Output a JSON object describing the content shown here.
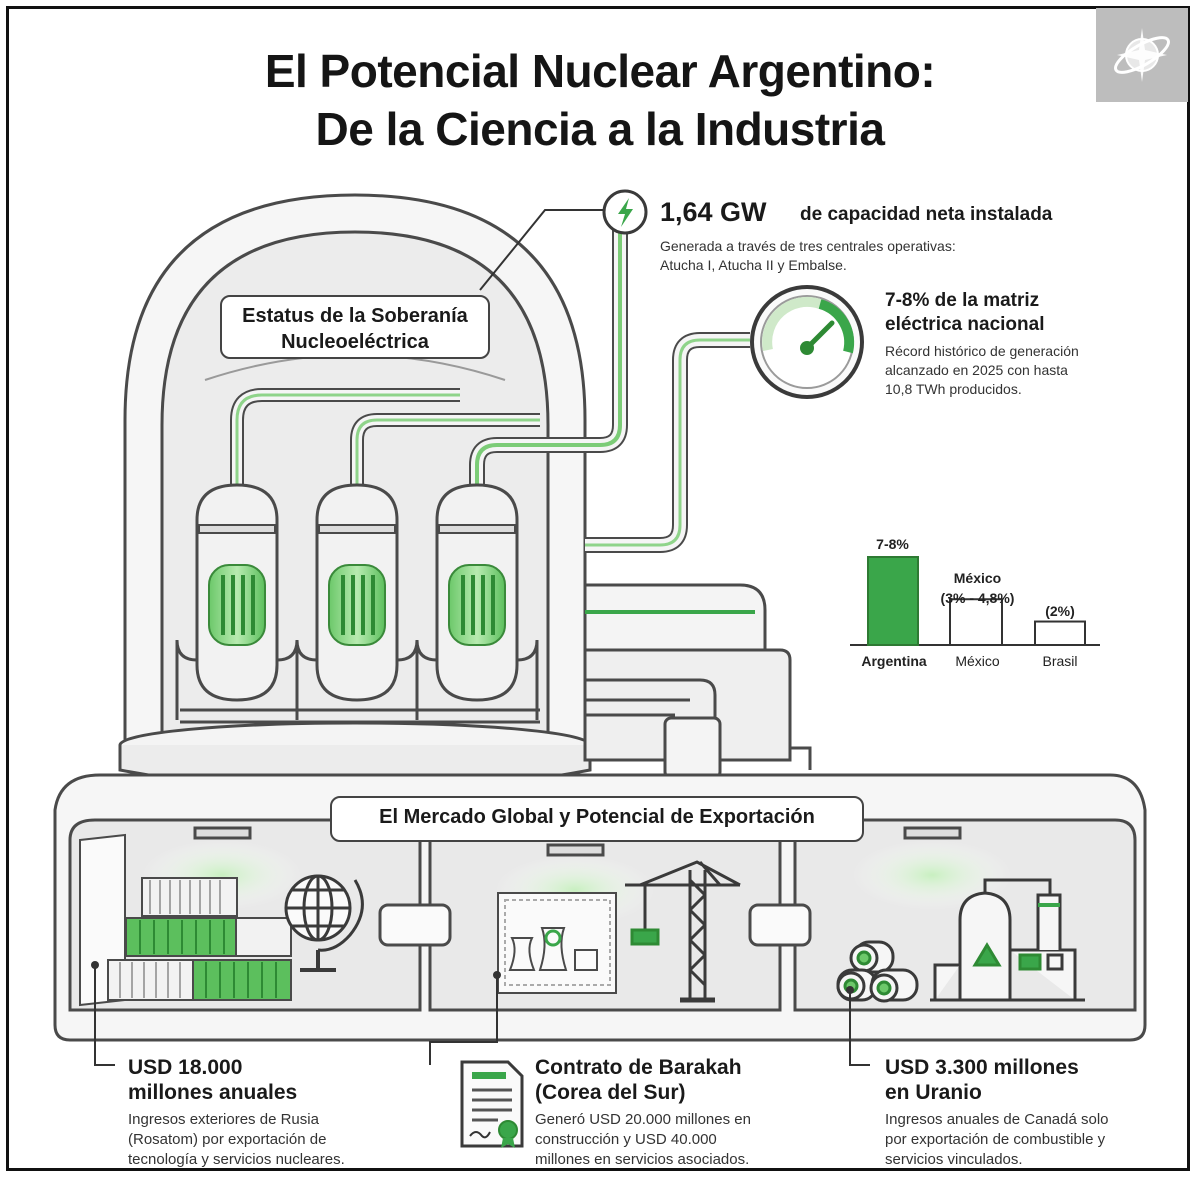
{
  "title": {
    "line1": "El Potencial Nuclear Argentino:",
    "line2": "De la Ciencia a la Industria"
  },
  "status_label": {
    "line1": "Estatus de la Soberanía",
    "line2": "Nucleoeléctrica"
  },
  "capacity": {
    "value": "1,64 GW",
    "label": "de capacidad neta instalada",
    "desc_line1": "Generada a través de tres centrales operativas:",
    "desc_line2": "Atucha I, Atucha II y Embalse.",
    "icon": "lightning-bolt-icon"
  },
  "share": {
    "title_line1": "7-8% de la matriz",
    "title_line2": "eléctrica nacional",
    "desc_line1": "Récord histórico de generación",
    "desc_line2": "alcanzado en 2025 con hasta",
    "desc_line3": "10,8 TWh producidos.",
    "icon": "gauge-icon"
  },
  "chart_data": {
    "type": "bar",
    "categories": [
      "Argentina",
      "México",
      "Brasil"
    ],
    "values": [
      7.5,
      3.9,
      2
    ],
    "value_labels": [
      "7-8%",
      "(3% - 4,8%)",
      "(2%)"
    ],
    "extra_label": "México",
    "highlight": "Argentina"
  },
  "market_label": "El Mercado Global y Potencial de Exportación",
  "export": [
    {
      "title_line1": "USD 18.000",
      "title_line2": "millones anuales",
      "desc_line1": "Ingresos exteriores de Rusia",
      "desc_line2": "(Rosatom) por exportación de",
      "desc_line3": "tecnología y servicios nucleares.",
      "icon": "globe-icon"
    },
    {
      "title_line1": "Contrato de Barakah",
      "title_line2": "(Corea del Sur)",
      "desc_line1": "Generó USD 20.000 millones en",
      "desc_line2": "construcción y USD 40.000",
      "desc_line3": "millones en servicios asociados.",
      "icon": "certificate-icon"
    },
    {
      "title_line1": "USD 3.300 millones",
      "title_line2": "en Uranio",
      "desc_line1": "Ingresos anuales de Canadá solo",
      "desc_line2": "por exportación de combustible y",
      "desc_line3": "servicios vinculados.",
      "icon": "uranium-icon"
    }
  ],
  "colors": {
    "accent": "#3aa64a",
    "accent_light": "#a6dc9e",
    "outline": "#4a4a4a",
    "fill": "#f3f3f3"
  }
}
